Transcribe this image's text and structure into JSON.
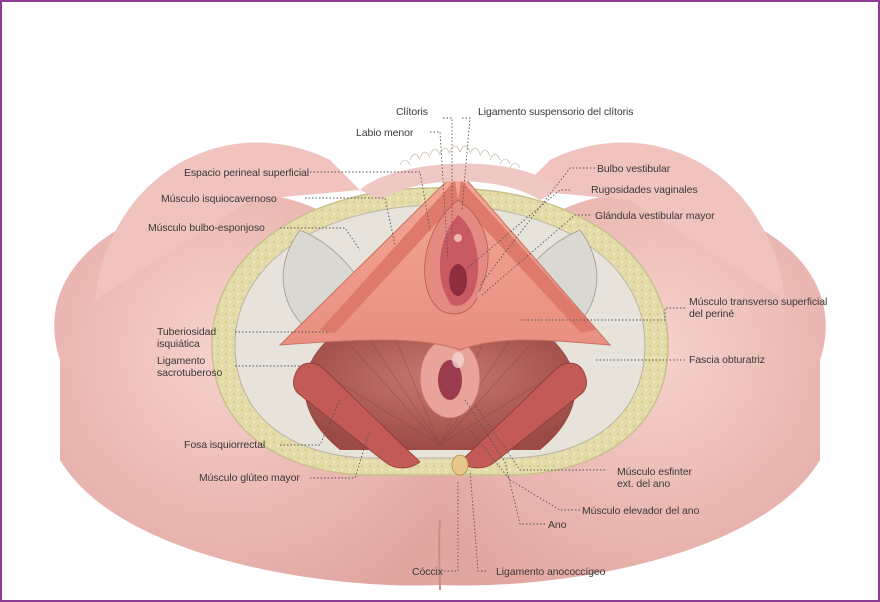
{
  "theme": {
    "frame_color": "#8b3e92",
    "skin_color": "#f3c6c3",
    "fat_color": "#e6dfae",
    "muscle_color": "#c8625a",
    "leader_color": "#555555"
  },
  "labels": {
    "clitoris": "Clítoris",
    "ligamento_suspensorio": "Ligamento suspensorio del clítoris",
    "labio_menor": "Labio menor",
    "bulbo_vestibular": "Bulbo vestibular",
    "espacio_perineal": "Espacio perineal superficial",
    "rugosidades": "Rugosidades vaginales",
    "isquiocavernoso": "Músculo isquiocavernoso",
    "glandula_vestibular": "Glándula vestibular mayor",
    "bulbo_esponjoso": "Músculo bulbo-esponjoso",
    "transverso": "Músculo transverso superficial del periné",
    "tuberosidad": "Tuberiosidad isquiática",
    "ligamento_sacrotuberoso": "Ligamento sacrotuberoso",
    "fascia_obturatriz": "Fascia obturatriz",
    "fosa_isquiorrectal": "Fosa isquiorrectal",
    "gluteo_mayor": "Músculo glúteo mayor",
    "esfinter": "Músculo esfinter ext. del ano",
    "elevador_ano": "Músculo elevador del ano",
    "ano": "Ano",
    "coccix": "Cóccix",
    "anococcigeo": "Ligamento anococcígeo"
  }
}
